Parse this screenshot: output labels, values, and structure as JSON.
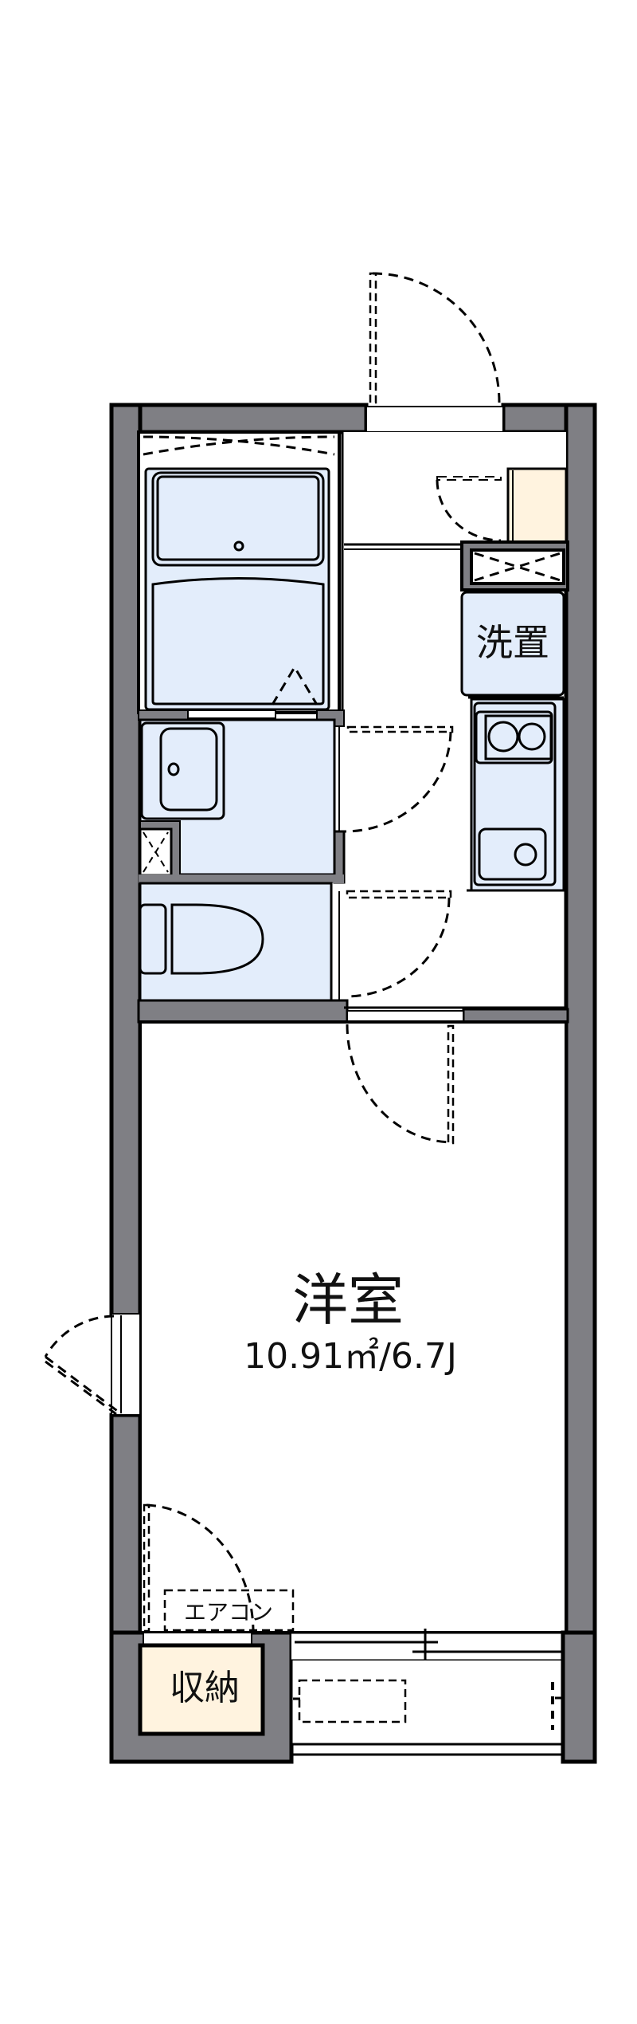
{
  "floor_plan": {
    "rooms": {
      "western_room": {
        "label": "洋室",
        "area": "10.91㎡/6.7J"
      },
      "washer_space": {
        "label": "洗置"
      },
      "storage": {
        "label": "収納"
      },
      "air_conditioner": {
        "label": "エアコン"
      }
    },
    "colors": {
      "wall": "#7f7f84",
      "wet_area": "#e3edfb",
      "storage": "#fff3df",
      "outline": "#000000"
    }
  }
}
